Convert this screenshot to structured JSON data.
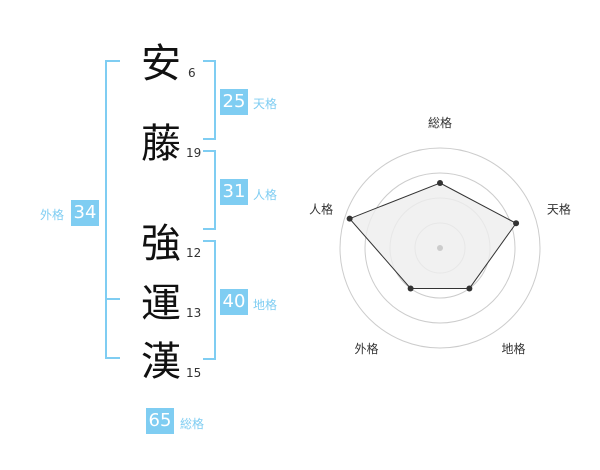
{
  "name": {
    "chars": [
      {
        "char": "安",
        "strokes": "6"
      },
      {
        "char": "藤",
        "strokes": "19"
      },
      {
        "char": "強",
        "strokes": "12"
      },
      {
        "char": "運",
        "strokes": "13"
      },
      {
        "char": "漢",
        "strokes": "15"
      }
    ]
  },
  "scores": {
    "tenkaku": {
      "value": "25",
      "label": "天格"
    },
    "jinkaku": {
      "value": "31",
      "label": "人格"
    },
    "chikaku": {
      "value": "40",
      "label": "地格"
    },
    "gaikaku": {
      "value": "34",
      "label": "外格"
    },
    "soukaku": {
      "value": "65",
      "label": "総格"
    }
  },
  "colors": {
    "accent": "#7fcdf2",
    "radar_fill": "#eeeeee",
    "ring": "#cccccc"
  },
  "chart_data": {
    "type": "radar",
    "axes": [
      "総格",
      "天格",
      "地格",
      "外格",
      "人格"
    ],
    "values": [
      0.65,
      0.8,
      0.5,
      0.5,
      0.95
    ],
    "range": [
      0,
      1
    ],
    "grid": true
  }
}
